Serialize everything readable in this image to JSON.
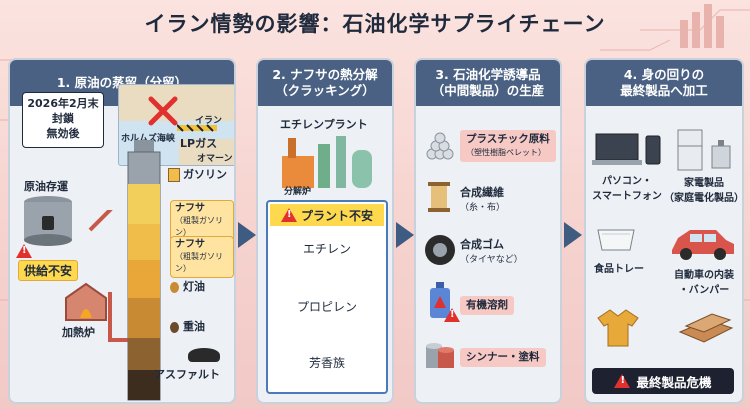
{
  "title": "イラン情勢の影響：石油化学サプライチェーン",
  "panels": [
    {
      "heading": "1. 原油の蒸留（分留）"
    },
    {
      "heading": "2. ナフサの熱分解\n（クラッキング）"
    },
    {
      "heading": "3. 石油化学誘導品\n（中間製品）の生産"
    },
    {
      "heading": "4. 身の回りの\n最終製品へ加工"
    }
  ],
  "p1": {
    "callout": "2026年2月末\n封鎖\n無効後",
    "map_iran": "イラン",
    "map_hormuz": "ホルムズ海峡",
    "map_oman": "オマーン",
    "crude_storage": "原油存運",
    "supply_warning": "供給不安",
    "furnace": "加熱炉",
    "fractions": [
      {
        "name": "LPガス",
        "sub": ""
      },
      {
        "name": "ガソリン",
        "sub": ""
      },
      {
        "name": "ナフサ",
        "sub": "（粗製ガソリン）"
      },
      {
        "name": "ナフサ",
        "sub": "（粗製ガソリン）"
      },
      {
        "name": "灯油",
        "sub": ""
      },
      {
        "name": "重油",
        "sub": ""
      },
      {
        "name": "アスファルト",
        "sub": ""
      }
    ]
  },
  "p2": {
    "plant": "エチレンプラント",
    "cracker": "分解炉",
    "plant_warning": "プラント不安",
    "products": [
      "エチレン",
      "プロピレン",
      "芳香族"
    ]
  },
  "p3": {
    "items": [
      {
        "name": "プラスチック原料",
        "sub": "（塑性樹脂ペレット）",
        "icon": "pellets-icon"
      },
      {
        "name": "合成繊維",
        "sub": "（糸・布）",
        "icon": "thread-spool-icon"
      },
      {
        "name": "合成ゴム",
        "sub": "（タイヤなど）",
        "icon": "tire-icon"
      },
      {
        "name": "有機溶剤",
        "sub": "",
        "icon": "solvent-bottle-icon"
      },
      {
        "name": "シンナー・塗料",
        "sub": "",
        "icon": "paint-can-icon"
      }
    ]
  },
  "p4": {
    "items": [
      {
        "name": "パソコン・\nスマートフォン",
        "icon": "laptop-phone-icon"
      },
      {
        "name": "家電製品\n（家庭電化製品）",
        "icon": "appliance-icon"
      },
      {
        "name": "食品トレー",
        "icon": "food-tray-icon"
      },
      {
        "name": "自動車の内装\n・バンパー",
        "icon": "car-icon"
      },
      {
        "name": "",
        "icon": "shirt-icon"
      },
      {
        "name": "",
        "icon": "lumber-icon"
      }
    ],
    "warning": "最終製品危機"
  },
  "colors": {
    "header": "#4a6184",
    "warning": "#e0312f",
    "arrow": "#3e5b82"
  }
}
